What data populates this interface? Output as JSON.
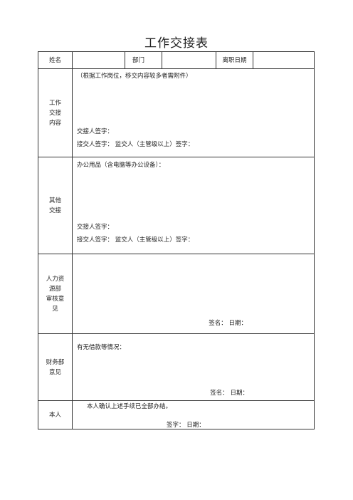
{
  "title": "工作交接表",
  "header": {
    "name_label": "姓名",
    "dept_label": "部门",
    "leave_date_label": "离职日期"
  },
  "work": {
    "label_lines": [
      "工作",
      "交接",
      "内容"
    ],
    "note": "（根据工作岗位，移交内容较多者需附件）",
    "handover_sign": "交接人签字：",
    "receiver_sign": "接交人签字：    监交人（主管级以上）签字："
  },
  "other": {
    "label_lines": [
      "其他",
      "交接"
    ],
    "office": "办公用品（含电脑等办公设备）：",
    "handover_sign": "交接人签字：",
    "receiver_sign": "接交人签字：    监交人（主管级以上）签字："
  },
  "hr": {
    "label_lines": [
      "人力资",
      "源部",
      "审核意",
      "见"
    ],
    "sign": "签名：  日期："
  },
  "finance": {
    "label_lines": [
      "财务部",
      "意见"
    ],
    "note": "有无借款等情况：",
    "sign": "签名：  日期："
  },
  "self": {
    "label": "本人",
    "confirm": "本人确认上述手续已全部办结。",
    "sign": "签字：        日期："
  }
}
